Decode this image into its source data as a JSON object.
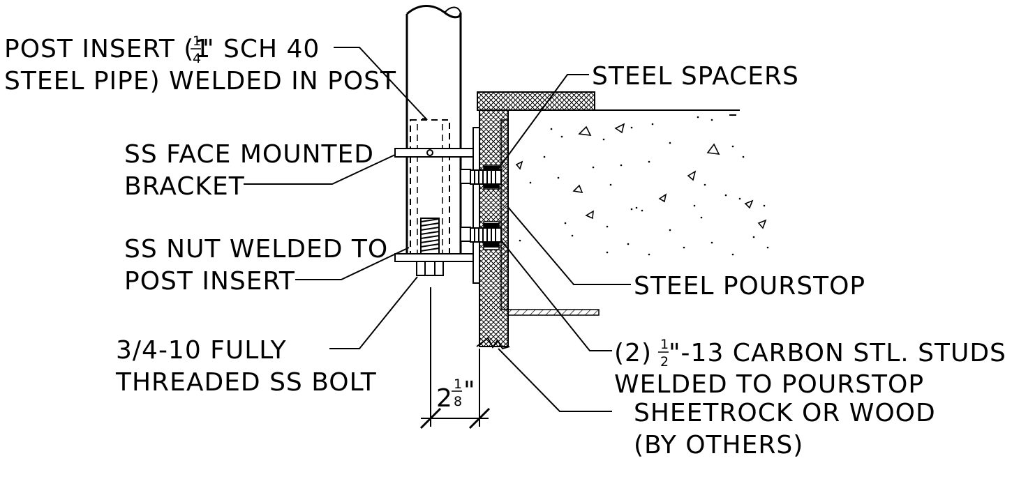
{
  "labels": {
    "post_insert_1a": "POST INSERT (1",
    "post_insert_1_num": "1",
    "post_insert_1_den": "4",
    "post_insert_1b": "\" SCH 40",
    "post_insert_2": "STEEL PIPE) WELDED IN POST",
    "bracket_1": "SS FACE MOUNTED",
    "bracket_2": "BRACKET",
    "nut_1": "SS NUT WELDED TO",
    "nut_2": "POST INSERT",
    "bolt_1": "3/4-10 FULLY",
    "bolt_2": "THREADED SS BOLT",
    "spacers": "STEEL SPACERS",
    "pourstop": "STEEL POURSTOP",
    "studs_1a": "(2)",
    "studs_1_num": "1",
    "studs_1_den": "2",
    "studs_1b": "\"-13 CARBON STL. STUDS",
    "studs_2": "WELDED TO POURSTOP",
    "sheetrock_1": "SHEETROCK OR WOOD",
    "sheetrock_2": "(BY OTHERS)"
  },
  "dimension": {
    "whole": "2",
    "num": "1",
    "den": "8",
    "unit": "\""
  }
}
